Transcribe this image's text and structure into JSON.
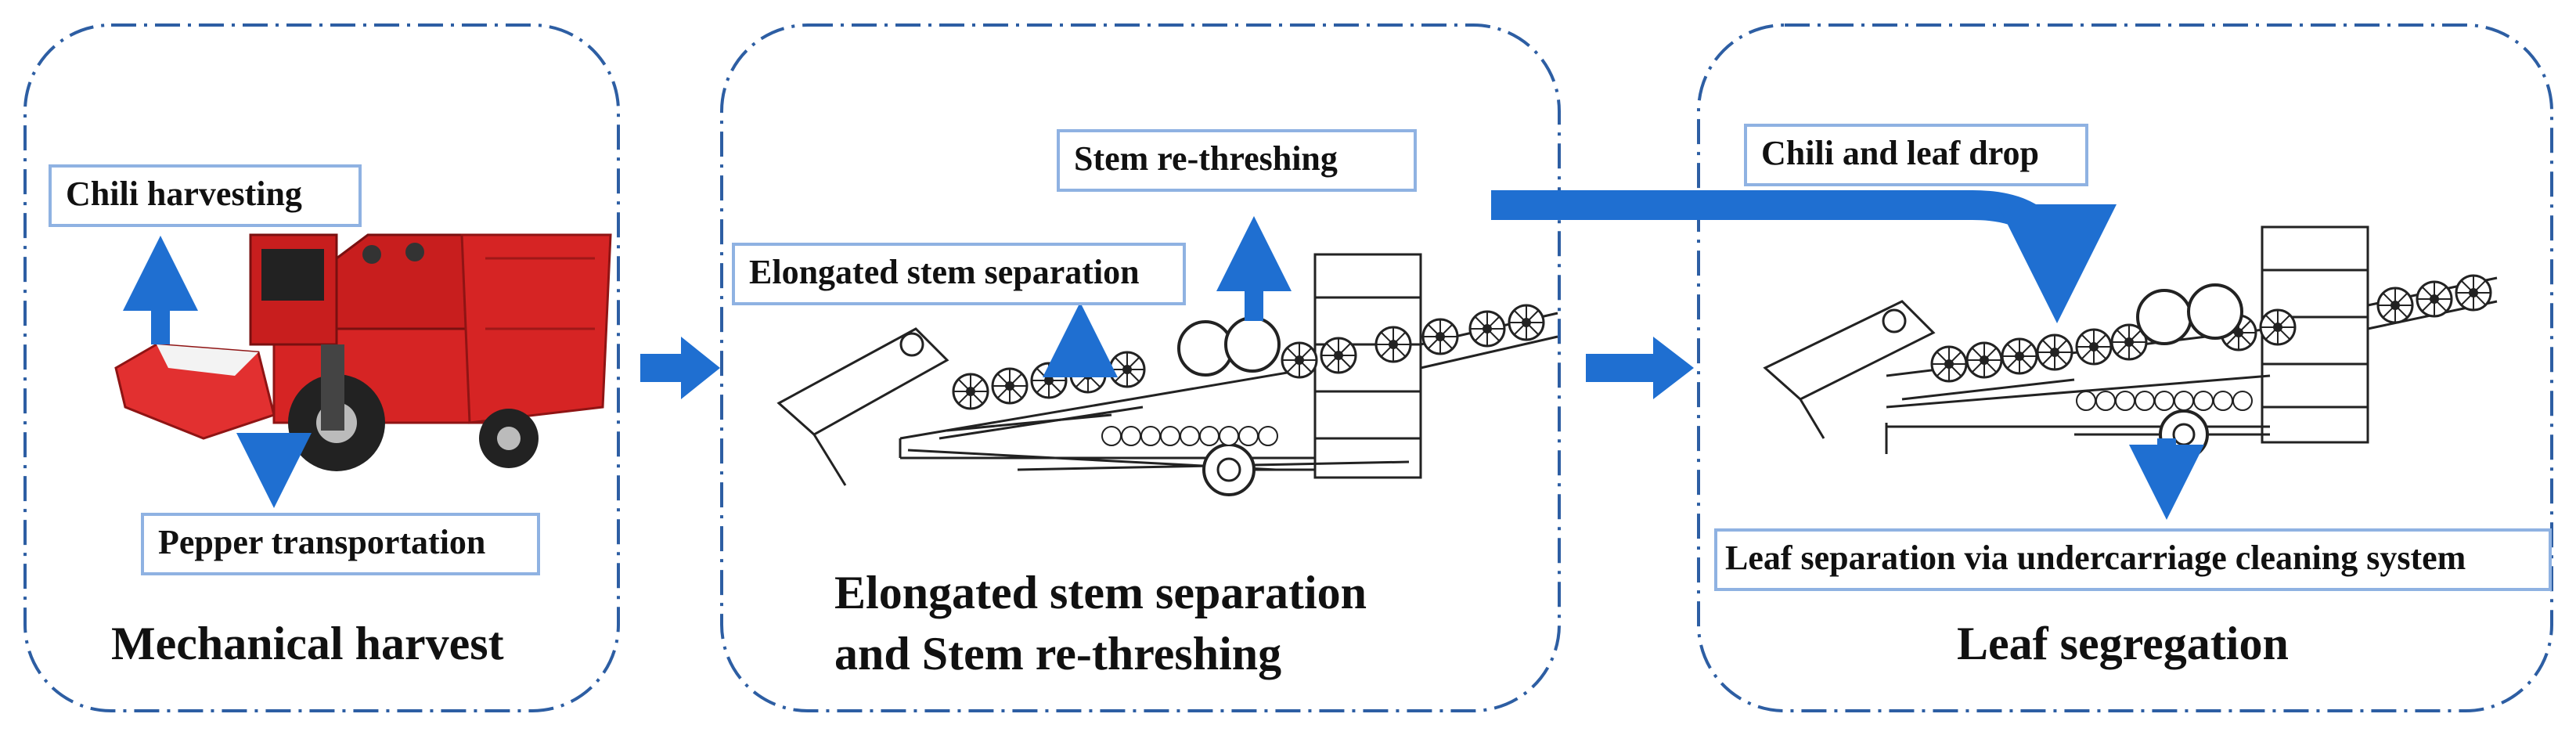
{
  "colors": {
    "panel_border": "#2d5ea3",
    "arrow": "#1f6fd1",
    "label_border": "#8fb2e2",
    "tractor_red": "#d62424"
  },
  "panel1": {
    "title": "Mechanical harvest",
    "labels": {
      "harvesting": "Chili harvesting",
      "transport": "Pepper transportation"
    },
    "image": "red-pepper-harvester-photo"
  },
  "panel2": {
    "title_line1": "Elongated stem separation",
    "title_line2": "and Stem re-threshing",
    "labels": {
      "stem_separation": "Elongated stem separation",
      "rethreshing": "Stem re-threshing"
    },
    "image": "separation-machine-line-drawing"
  },
  "panel3": {
    "title": "Leaf segregation",
    "labels": {
      "drop": "Chili and leaf drop",
      "leaf_separation": "Leaf separation via undercarriage cleaning system"
    },
    "image": "cleaning-machine-line-drawing"
  }
}
